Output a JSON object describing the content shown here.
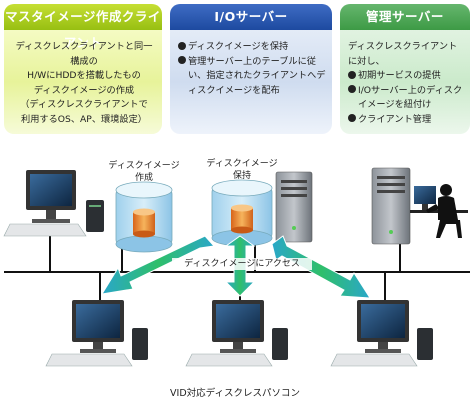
{
  "panels": [
    {
      "title": "マスタイメージ作成クライアント",
      "lines": [
        "ディスクレスクライアントと同一構成の",
        "H/WにHDDを搭載したもの",
        "ディスクイメージの作成",
        "（ディスクレスクライアントで",
        "利用するOS、AP、環境設定）"
      ]
    },
    {
      "title": "I/Oサーバー",
      "bullets": [
        "ディスクイメージを保持",
        "管理サーバー上のテーブルに従い、指定されたクライアントへディスクイメージを配布"
      ]
    },
    {
      "title": "管理サーバー",
      "intro": "ディスクレスクライアントに対し、",
      "bullets": [
        "初期サービスの提供",
        "I/Oサーバー上のディスクイメージを紐付け",
        "クライアント管理"
      ]
    }
  ],
  "labels": {
    "disk_create": "ディスクイメージ作成",
    "disk_hold": "ディスクイメージ保持",
    "access": "ディスクイメージにアクセス",
    "clients": "VID対応ディスクレスパソコン"
  },
  "colors": {
    "master_panel": "#a8c91e",
    "io_panel": "#2b57b0",
    "mgmt_panel": "#4aa552",
    "arrow": "#3fb87f",
    "network_line": "#111111"
  }
}
